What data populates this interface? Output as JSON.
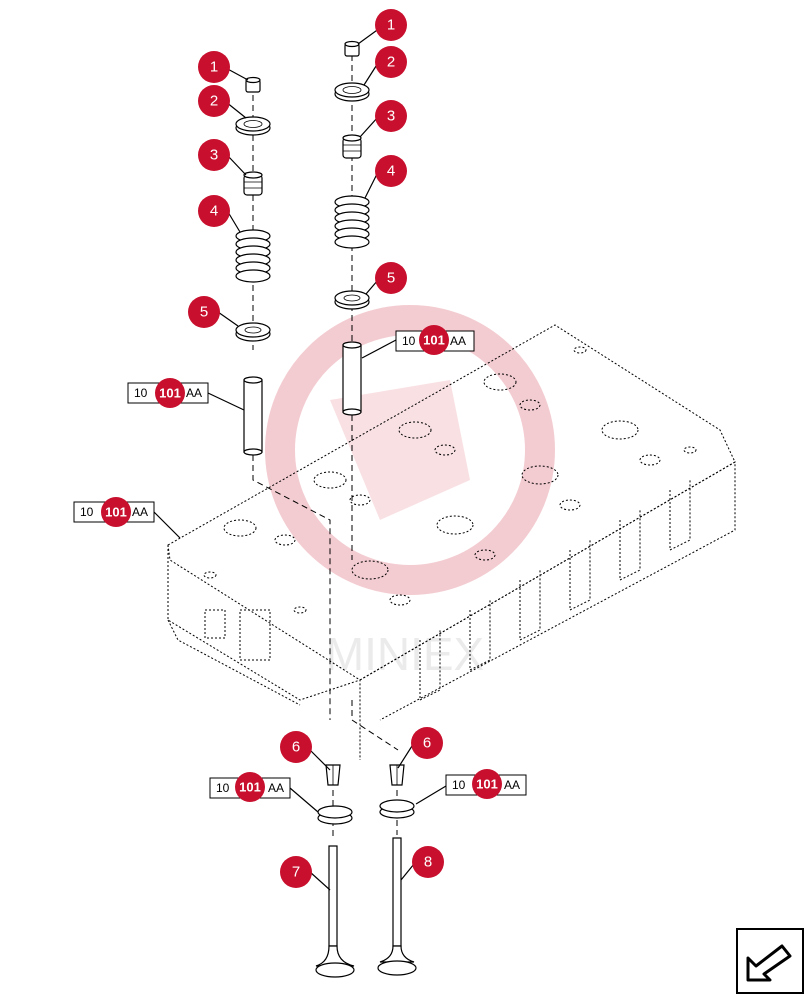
{
  "diagram": {
    "callouts": [
      "1",
      "1",
      "2",
      "2",
      "3",
      "3",
      "4",
      "4",
      "5",
      "5",
      "6",
      "6",
      "7",
      "8"
    ],
    "references": [
      {
        "prefix": "10",
        "number": "101",
        "suffix": "AA"
      },
      {
        "prefix": "10",
        "number": "101",
        "suffix": "AA"
      },
      {
        "prefix": "10",
        "number": "101",
        "suffix": "AA"
      },
      {
        "prefix": "10",
        "number": "101",
        "suffix": "AA"
      },
      {
        "prefix": "10",
        "number": "101",
        "suffix": "AA"
      }
    ],
    "watermark": "MINIEX",
    "nav_icon": "arrow-back-icon",
    "colors": {
      "callout": "#c8102e",
      "line": "#000000",
      "watermark": "#d8d8d8"
    }
  }
}
